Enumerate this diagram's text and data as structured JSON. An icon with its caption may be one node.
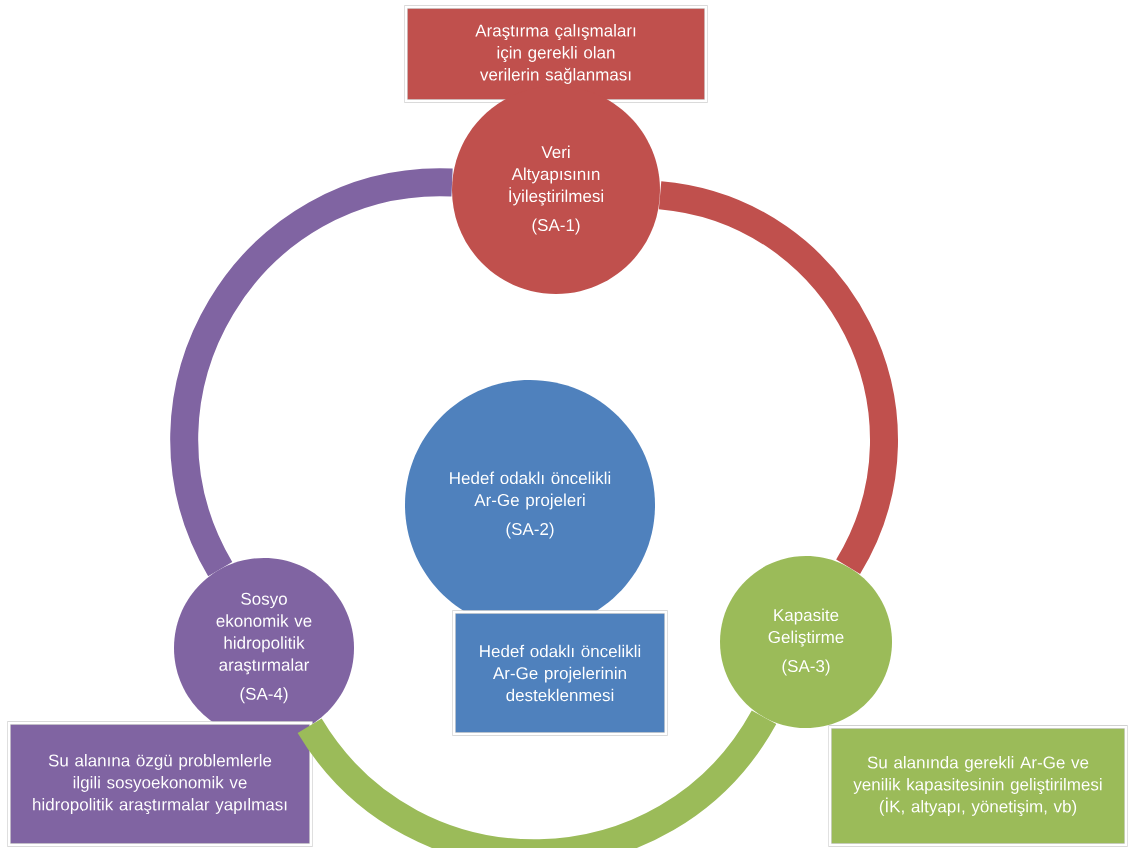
{
  "diagram": {
    "nodes": [
      {
        "text": [
          "Araştırma çalışmaları için gerekli olan verilerin sağlanması"
        ]
      },
      {
        "text": [
          "Veri Altyapısının İyileştirilmesi",
          "(SA-1)"
        ]
      },
      {
        "text": [
          "Hedef odaklı öncelikli Ar-Ge projeleri",
          "(SA-2)"
        ]
      },
      {
        "text": [
          "Hedef odaklı öncelikli Ar-Ge projelerinin desteklenmesi"
        ]
      },
      {
        "text": [
          "Sosyo ekonomik ve hidropolitik araştırmalar",
          "(SA-4)"
        ]
      },
      {
        "text": [
          "Su alanına özgü problemlerle ilgili sosyoekonomik ve hidropolitik araştırmalar yapılması"
        ]
      },
      {
        "text": [
          "Kapasite Geliştirme",
          "(SA-3)"
        ]
      },
      {
        "text": [
          "Su alanında gerekli Ar-Ge ve yenilik kapasitesinin geliştirilmesi (İK, altyapı, yönetişim, vb)"
        ]
      }
    ],
    "edges": [
      {
        "from": 1,
        "to": 6,
        "arrow": "none",
        "color": "#c0504d"
      },
      {
        "from": 6,
        "to": 4,
        "arrow": "none",
        "color": "#9bbb59"
      },
      {
        "from": 4,
        "to": 1,
        "arrow": "none",
        "color": "#8064a2"
      }
    ]
  }
}
